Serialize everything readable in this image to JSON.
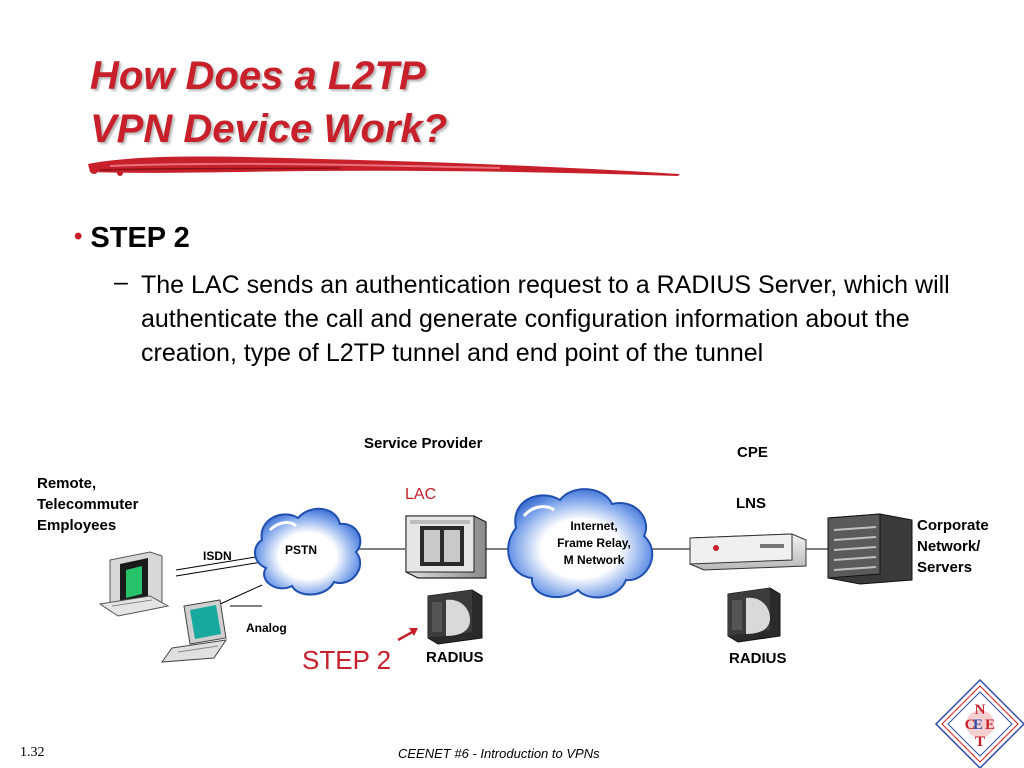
{
  "slide": {
    "title_line1": "How Does a L2TP",
    "title_line2": "VPN Device Work?",
    "bullet": "STEP 2",
    "sub_bullet": "The LAC sends an authentication request to a RADIUS Server, which will authenticate the call and generate configuration information about the creation, type of L2TP tunnel and end point of the tunnel",
    "dash": "–",
    "bullet_color": "#c8202a"
  },
  "diagram": {
    "service_provider": "Service Provider",
    "cpe": "CPE",
    "remote_line1": "Remote,",
    "remote_line2": "Telecommuter",
    "remote_line3": "Employees",
    "lac": "LAC",
    "lns": "LNS",
    "isdn": "ISDN",
    "pstn": "PSTN",
    "analog": "Analog",
    "internet_line1": "Internet,",
    "internet_line2": "Frame Relay,",
    "internet_line3": "M Network",
    "corporate_line1": "Corporate",
    "corporate_line2": "Network/",
    "corporate_line3": "Servers",
    "radius_left": "RADIUS",
    "radius_right": "RADIUS",
    "step_label": "STEP 2"
  },
  "footer": {
    "slide_number": "1.32",
    "course": "CEENET #6 - Introduction to VPNs",
    "logo_letters": "CEENET"
  },
  "colors": {
    "accent_red": "#c8202a",
    "cloud_blue": "#3a6fd8"
  }
}
